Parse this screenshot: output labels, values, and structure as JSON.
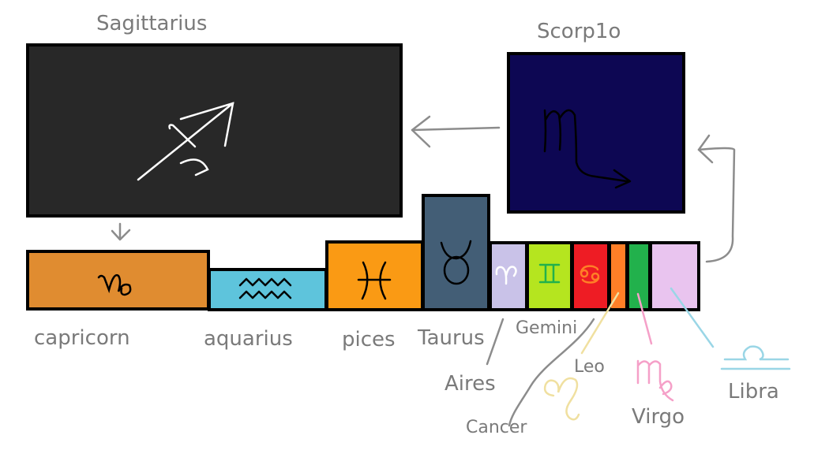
{
  "signs": {
    "sagittarius": {
      "label": "Sagittarius",
      "color": "#282828"
    },
    "scorpio": {
      "label": "Scorp1o",
      "color": "#0d0753"
    },
    "capricorn": {
      "label": "capricorn",
      "color": "#e08c30"
    },
    "aquarius": {
      "label": "aquarius",
      "color": "#5ec4dc"
    },
    "pisces": {
      "label": "pices",
      "color": "#fa9a14"
    },
    "taurus": {
      "label": "Taurus",
      "color": "#435e76"
    },
    "aries": {
      "label": "Aires",
      "color": "#c9c2e8"
    },
    "gemini": {
      "label": "Gemini",
      "color": "#b5e51f"
    },
    "cancer": {
      "label": "Cancer",
      "color": "#ee1c24"
    },
    "leo": {
      "label": "Leo",
      "color": "#ff7f27"
    },
    "virgo": {
      "label": "Virgo",
      "color": "#22b14c"
    },
    "libra": {
      "label": "Libra",
      "color": "#e9c4ef"
    }
  },
  "symbol_colors": {
    "gemini": "#22b14c",
    "cancer": "#ff7f27",
    "leo": "#f0e0a0",
    "virgo": "#f5a0c8",
    "libra": "#9ad6e6"
  },
  "connector_color": "#8c8c8c"
}
